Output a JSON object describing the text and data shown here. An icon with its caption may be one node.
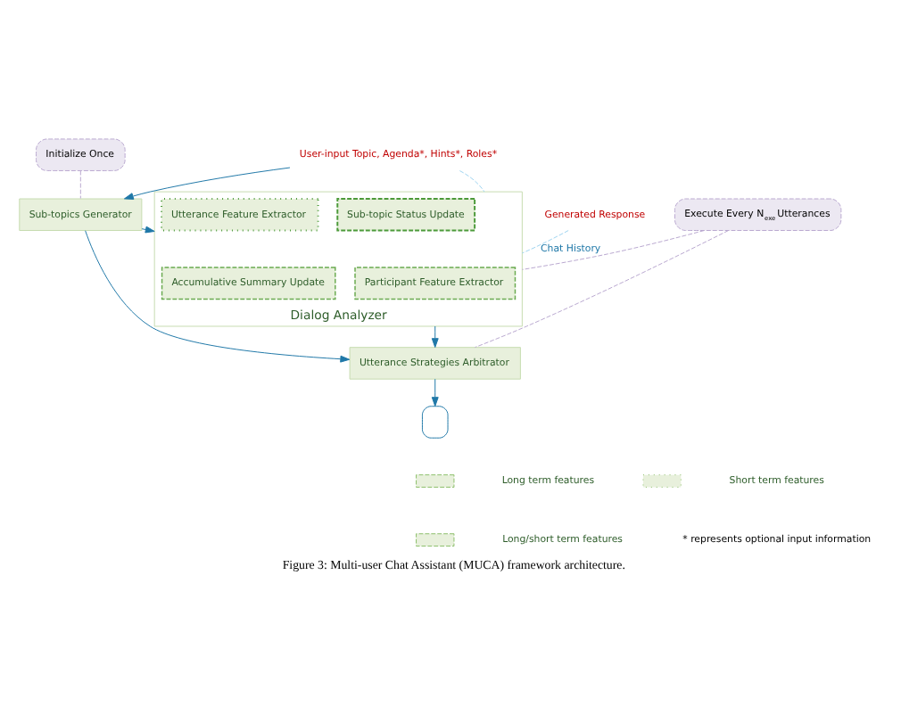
{
  "diagram": {
    "caption": "Figure 3: Multi-user Chat Assistant (MUCA) framework architecture.",
    "nodes": [
      {
        "text": [
          "User-input Topic, Agenda*, Hints*, Roles*"
        ]
      },
      {
        "text": [
          "Sub-topics Generator"
        ]
      },
      {
        "text": [
          "Initialize Once"
        ]
      },
      {
        "text": [
          "Dialog Analyzer"
        ]
      },
      {
        "text": [
          "Sub-topic Status Update"
        ],
        "in": 3
      },
      {
        "text": [
          "Utterance Feature Extractor"
        ],
        "in": 3
      },
      {
        "text": [
          "Accumulative Summary Update"
        ],
        "in": 3
      },
      {
        "text": [
          "Participant Feature Extractor"
        ],
        "in": 3
      },
      {
        "text": [
          "Execute Every N$_{exe}$ Utterances"
        ]
      },
      {
        "text": [
          "Utterance Strategies Arbitrator"
        ]
      },
      {
        "text": [],
        "shape": "robot"
      },
      {
        "text": [
          "Generated Response"
        ]
      }
    ],
    "edges": [
      {
        "from": 0,
        "to": 1,
        "arrow": "to"
      },
      {
        "from": 1,
        "to": 3,
        "arrow": "to"
      },
      {
        "from": 1,
        "to": 9,
        "arrow": "to"
      },
      {
        "from": 3,
        "to": 9,
        "arrow": "to"
      },
      {
        "from": 9,
        "to": 10,
        "arrow": "to"
      },
      {
        "from": 0,
        "to": 3,
        "arrow": "none",
        "style": "dashed",
        "color": "#9dd3f0"
      },
      {
        "from": 11,
        "to": 3,
        "arrow": "none",
        "label": "Chat History",
        "style": "dashed",
        "color": "#9dd3f0"
      },
      {
        "from": 2,
        "to": 1,
        "arrow": "none",
        "style": "dashed",
        "color": "#b9a8cf"
      },
      {
        "from": 8,
        "to": 3,
        "arrow": "none",
        "style": "dashed",
        "color": "#b9a8cf"
      },
      {
        "from": 8,
        "to": 9,
        "arrow": "none",
        "style": "dashed",
        "color": "#b9a8cf"
      }
    ],
    "labels": [
      "* represents optional input information"
    ],
    "legend": [
      {
        "text": "Long term features"
      },
      {
        "text": "Short term features"
      },
      {
        "text": "Long/short term features"
      }
    ]
  }
}
